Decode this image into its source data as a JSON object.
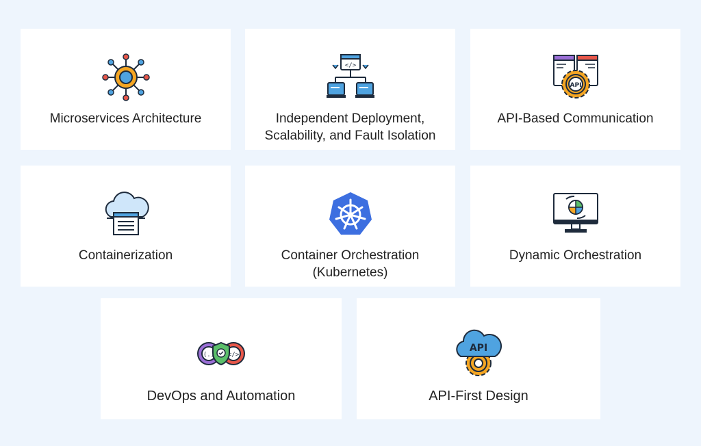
{
  "cards": [
    {
      "title": "Microservices Architecture",
      "icon": "microservices-network-icon"
    },
    {
      "title_line1": "Independent Deployment,",
      "title_line2": "Scalability, and Fault Isolation",
      "icon": "deployment-servers-icon"
    },
    {
      "title": "API-Based Communication",
      "icon": "api-gear-windows-icon"
    },
    {
      "title": "Containerization",
      "icon": "cloud-container-icon"
    },
    {
      "title_line1": "Container Orchestration",
      "title_line2": "(Kubernetes)",
      "icon": "kubernetes-helm-icon"
    },
    {
      "title": "Dynamic Orchestration",
      "icon": "monitor-orchestration-icon"
    },
    {
      "title": "DevOps and Automation",
      "icon": "devops-shield-icon"
    },
    {
      "title": "API-First Design",
      "icon": "api-cloud-gear-icon"
    }
  ],
  "colors": {
    "background": "#eef5fd",
    "card": "#ffffff",
    "text": "#222222",
    "accent_blue": "#4fa3e0",
    "accent_orange": "#f5a623",
    "kubernetes_blue": "#3d6fe0",
    "outline": "#1e2b3c"
  }
}
